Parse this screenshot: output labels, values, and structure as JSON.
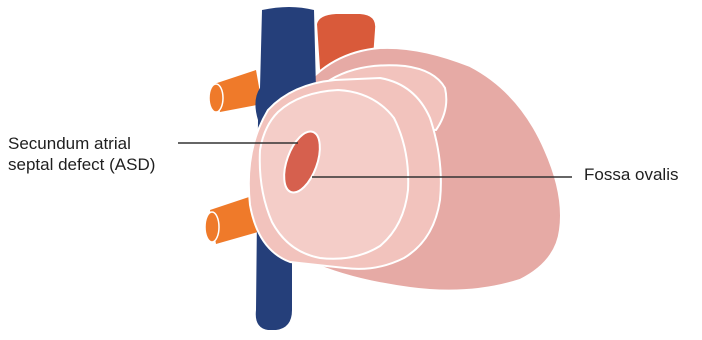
{
  "labels": {
    "asd_line1": "Secundum atrial",
    "asd_line2": "septal defect (ASD)",
    "fossa": "Fossa ovalis"
  },
  "colors": {
    "vena_cava": "#253f7a",
    "aorta": "#d95a3a",
    "pulmonary_veins": "#ef7a2a",
    "heart_body": "#e6aaa5",
    "atrium_outer": "#f2c3bd",
    "atrium_inner": "#f4cdc8",
    "defect": "#d6604e",
    "outline": "#ffffff",
    "leader_line": "#333333"
  }
}
